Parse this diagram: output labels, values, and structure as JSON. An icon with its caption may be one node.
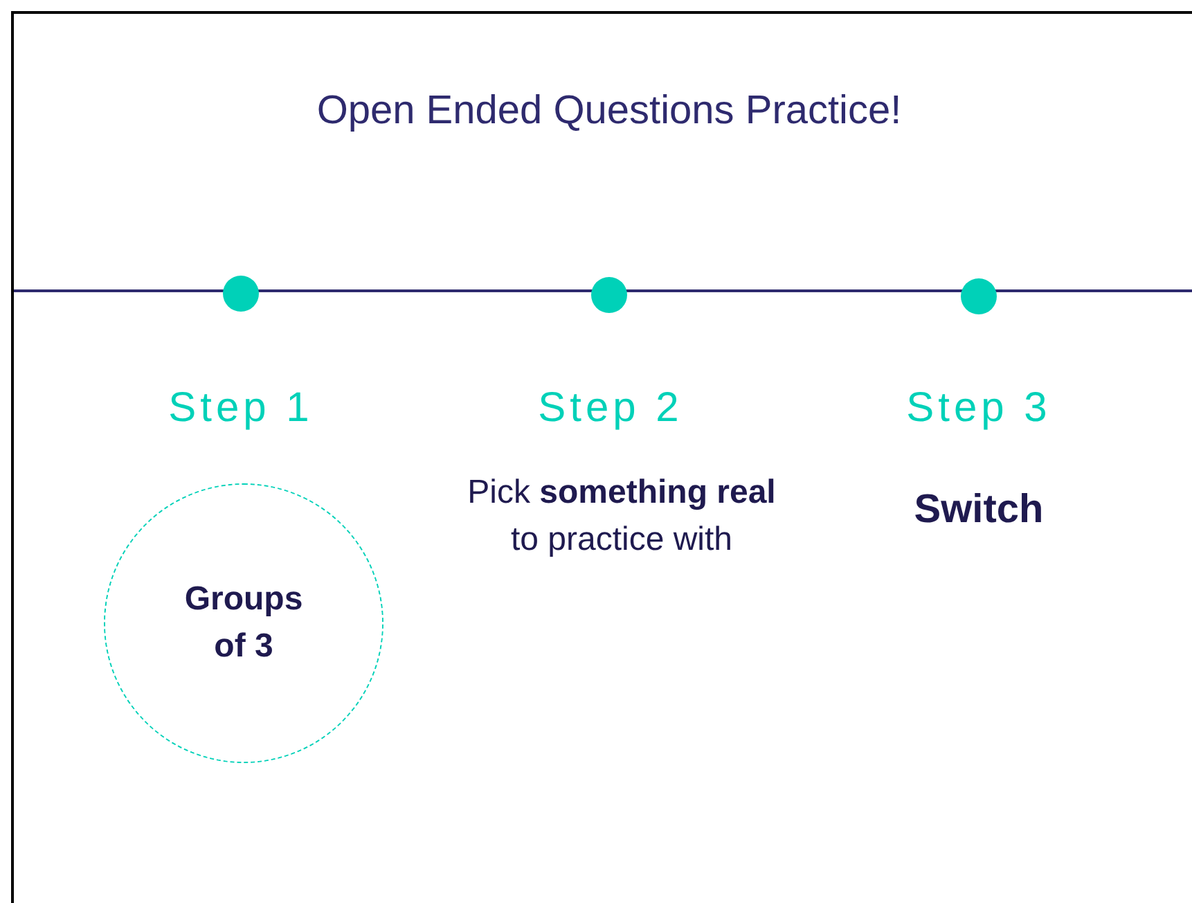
{
  "diagram": {
    "title": "Open Ended Questions Practice!",
    "nodes": [
      {
        "text": [],
        "shape": "circle"
      },
      {
        "text": [],
        "shape": "circle"
      },
      {
        "text": [],
        "shape": "circle"
      },
      {
        "text": [
          "Groups of 3"
        ]
      }
    ],
    "labels": [
      "Step 1",
      "Step 2",
      "Step 3",
      "Pick **something real** to practice with",
      "Switch"
    ]
  }
}
